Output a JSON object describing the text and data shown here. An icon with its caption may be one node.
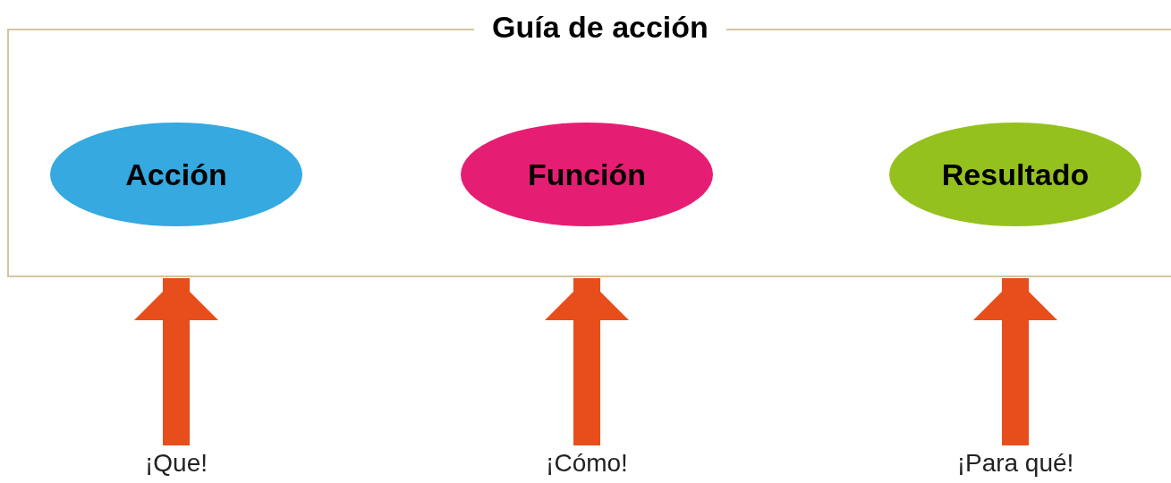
{
  "diagram": {
    "nodes": [
      {
        "text": [
          "Guía de acción"
        ]
      },
      {
        "text": [
          "Acción"
        ],
        "in": 0
      },
      {
        "text": [
          "Función"
        ],
        "in": 0
      },
      {
        "text": [
          "Resultado"
        ],
        "in": 0
      },
      {
        "text": [
          "¡Que!"
        ]
      },
      {
        "text": [
          "¡Cómo!"
        ]
      },
      {
        "text": [
          "¡Para qué!"
        ]
      }
    ],
    "edges": [
      {
        "from": 4,
        "to": 0,
        "arrow": "to"
      },
      {
        "from": 5,
        "to": 0,
        "arrow": "to"
      },
      {
        "from": 6,
        "to": 0,
        "arrow": "to"
      }
    ]
  }
}
